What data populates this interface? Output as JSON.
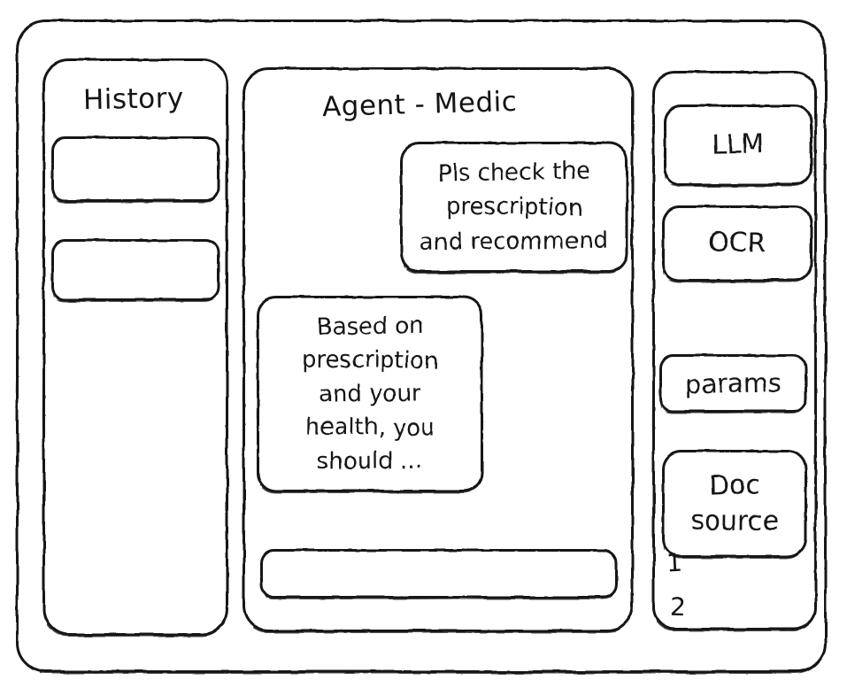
{
  "window": {
    "frame_name": "app-window"
  },
  "sidebar": {
    "title": "History",
    "items": [
      {
        "label": ""
      },
      {
        "label": ""
      }
    ]
  },
  "main": {
    "title": "Agent - Medic",
    "messages": [
      {
        "role": "user",
        "lines": [
          "Pls check the",
          "prescription",
          "and recommend"
        ]
      },
      {
        "role": "assistant",
        "lines": [
          "Based on",
          "prescription",
          "and your",
          "health, you",
          "should ..."
        ]
      }
    ],
    "composer": {
      "value": "",
      "placeholder": ""
    }
  },
  "tools": {
    "items": [
      {
        "label": "LLM"
      },
      {
        "label": "OCR"
      },
      {
        "label": "params"
      }
    ],
    "doc_source": {
      "lines": [
        "Doc",
        "source"
      ],
      "refs": [
        "1",
        "2"
      ]
    }
  },
  "colors": {
    "ink": "#141414",
    "paper": "#ffffff"
  }
}
